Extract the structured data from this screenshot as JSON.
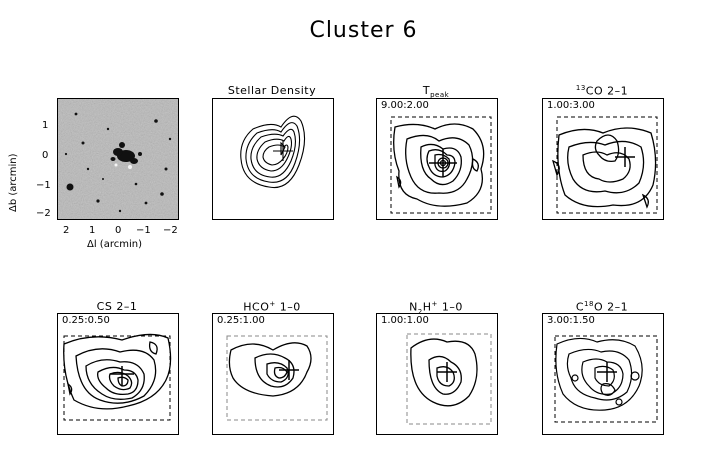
{
  "figure": {
    "title": "Cluster 6",
    "panels": [
      {
        "id": "image",
        "title": "",
        "levels": ""
      },
      {
        "id": "stellar",
        "title": "Stellar Density",
        "levels": ""
      },
      {
        "id": "tpeak",
        "title_main": "T",
        "title_sub": "peak",
        "levels": "9.00:2.00"
      },
      {
        "id": "13co",
        "title_sup": "13",
        "title_main": "CO 2–1",
        "levels": "1.00:3.00"
      },
      {
        "id": "cs",
        "title": "CS 2–1",
        "levels": "0.25:0.50"
      },
      {
        "id": "hco",
        "title_main": "HCO",
        "title_sup": "+",
        "title_rest": " 1–0",
        "levels": "0.25:1.00"
      },
      {
        "id": "n2h",
        "title_main": "N",
        "title_sub": "2",
        "title_mid": "H",
        "title_sup": "+",
        "title_rest": " 1–0",
        "levels": "1.00:1.00"
      },
      {
        "id": "c18o",
        "title_main": "C",
        "title_sup": "18",
        "title_rest": "O 2–1",
        "levels": "3.00:1.50"
      }
    ],
    "axes": {
      "xlabel": "Δl (arcmin)",
      "ylabel": "Δb (arcmin)",
      "xticks": [
        "2",
        "1",
        "0",
        "−1",
        "−2"
      ],
      "yticks": [
        "1",
        "0",
        "−1",
        "−2"
      ]
    }
  }
}
